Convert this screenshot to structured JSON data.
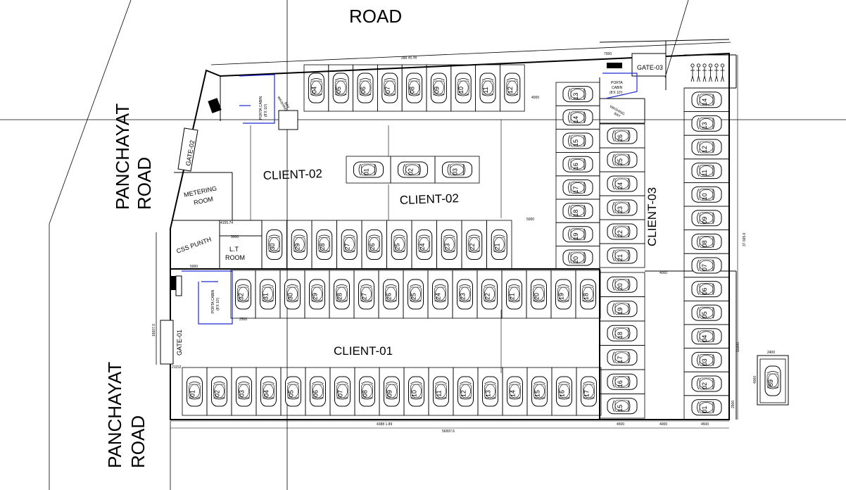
{
  "labels": {
    "road_top": "ROAD",
    "panchayat_road_left_1": "PANCHAYAT",
    "panchayat_road_left_2": "ROAD",
    "panchayat_road_bottom_1": "PANCHAYAT",
    "panchayat_road_bottom_2": "ROAD",
    "client_01": "CLIENT-01",
    "client_02_a": "CLIENT-02",
    "client_02_b": "CLIENT-02",
    "client_03": "CLIENT-03",
    "gate_01": "GATE-01",
    "gate_02": "GATE-02",
    "gate_03": "GATE-03",
    "metering_room_1": "METERING",
    "metering_room_2": "ROOM",
    "css_punth": "CSS PUNTH",
    "lt_room_1": "L.T",
    "lt_room_2": "ROOM",
    "washing_bay_1": "WASHING",
    "washing_bay_2": "BAY",
    "porta_cabin_1": "PORTA CABIN",
    "porta_cabin_size": "(8'X 10')",
    "porta_cabin_3_a": "PORTA",
    "porta_cabin_3_b": "CABIN",
    "porta_cabin_3_c": "(8'X 10')"
  },
  "dimensions": {
    "top_wall": "288 45.46",
    "bottom_total": "56997.6",
    "bottom_sub": "4388 1.89",
    "right_total": "37 665.6",
    "d_4000": "4000",
    "d_5000": "5000",
    "d_4500": "4500",
    "d_2500": "2500",
    "d_2900": "2900",
    "d_3000": "3000",
    "d_5000b": "5000",
    "d_7000": "7000",
    "d_1500": "15000",
    "d_2400": "2400",
    "d_isolated_h": "4000",
    "d_left": "16607.6",
    "d_gate01": "21152",
    "d_mid": "4155.74"
  },
  "stall_rows": {
    "top_row": [
      "04",
      "05",
      "06",
      "07",
      "08",
      "09",
      "10",
      "11",
      "12"
    ],
    "client02_row": [
      "01",
      "02",
      "03"
    ],
    "mid_row": [
      "30",
      "29",
      "28",
      "27",
      "26",
      "25",
      "24",
      "23",
      "22",
      "21"
    ],
    "lower_upper_row": [
      "32",
      "31",
      "30",
      "29",
      "28",
      "27",
      "26",
      "25",
      "24",
      "23",
      "22",
      "21",
      "20",
      "19",
      "18"
    ],
    "bottom_row": [
      "01",
      "02",
      "03",
      "04",
      "05",
      "06",
      "07",
      "08",
      "09",
      "10",
      "11",
      "12",
      "13",
      "14",
      "15",
      "16",
      "17"
    ],
    "col_a": [
      "13",
      "14",
      "15",
      "16",
      "17",
      "18",
      "19",
      "20"
    ],
    "col_b_top": [
      "26",
      "25",
      "24",
      "23",
      "22",
      "21"
    ],
    "col_b_bottom": [
      "20",
      "19",
      "18",
      "17",
      "16",
      "15"
    ],
    "col_c": [
      "14",
      "13",
      "12",
      "11",
      "10",
      "09",
      "08",
      "07",
      "06",
      "05",
      "04",
      "03",
      "02",
      "01"
    ],
    "isolated": [
      "89"
    ]
  },
  "colors": {
    "line": "#000000",
    "cabin": "#1f2bd4",
    "car": "#000000"
  }
}
